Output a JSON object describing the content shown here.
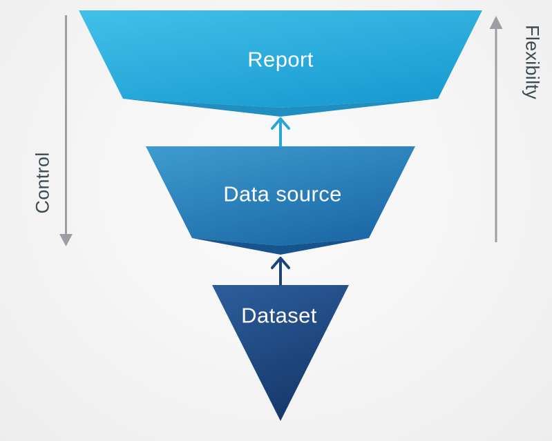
{
  "diagram": {
    "levels": [
      {
        "label": "Report",
        "color_top": "#41c1e9",
        "color_bottom": "#1a9cd2",
        "shadow_color": "#1f8ec0",
        "text_color": "#ffffff"
      },
      {
        "label": "Data source",
        "color_top": "#3f9ccf",
        "color_bottom": "#1c6aa8",
        "shadow_color": "#17548e",
        "text_color": "#ffffff"
      },
      {
        "label": "Dataset",
        "color_top": "#2b5c99",
        "color_bottom": "#153768",
        "text_color": "#ffffff"
      }
    ],
    "connectors": [
      {
        "from": "Data source",
        "to": "Report",
        "color": "#29a5d6"
      },
      {
        "from": "Dataset",
        "to": "Data source",
        "color": "#1d4379"
      }
    ],
    "axes": {
      "left": {
        "label": "Control",
        "direction": "down",
        "color": "#9b9fa3",
        "text_color": "#3d4a52"
      },
      "right": {
        "label": "Flexibilty",
        "direction": "up",
        "color": "#9b9fa3",
        "text_color": "#3d4a52"
      }
    }
  }
}
